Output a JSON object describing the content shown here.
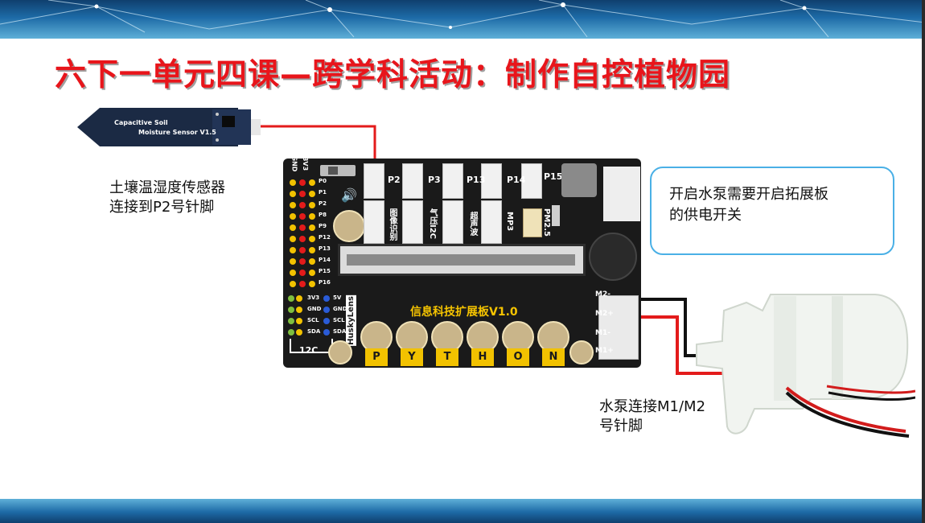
{
  "slide": {
    "title": "六下一单元四课—跨学科活动：制作自控植物园",
    "sensor_note_line1": "土壤温湿度传感器",
    "sensor_note_line2": "连接到P2号针脚",
    "callout_line1": "开启水泵需要开启拓展板",
    "callout_line2": "的供电开关",
    "pump_note_line1": "水泵连接M1/M2",
    "pump_note_line2": "号针脚"
  },
  "sensor": {
    "text_line1": "Capacitive Soil",
    "text_line2": "Moisture Sensor V1.5"
  },
  "board": {
    "name": "信息科技扩展板V1.0",
    "ports": [
      "P2",
      "P3",
      "P13",
      "P14",
      "P15"
    ],
    "port_labels": [
      "图像识别",
      "气压I2C",
      "超声波",
      "MP3",
      "PM2.5"
    ],
    "left_pins": [
      "P0",
      "P1",
      "P2",
      "P8",
      "P9",
      "P12",
      "P13",
      "P14",
      "P15",
      "P16"
    ],
    "power_pins": [
      "GND",
      "3V3"
    ],
    "i2c_pins": [
      "3V3",
      "GND",
      "SCL",
      "SDA"
    ],
    "lens_pins": [
      "5V",
      "GND",
      "SCL",
      "SDA"
    ],
    "lens_label": "HuskyLens",
    "i2c_label": "12C",
    "python_letters": [
      "P",
      "Y",
      "T",
      "H",
      "O",
      "N"
    ],
    "motor_labels": [
      "M2-",
      "M2+",
      "M1-",
      "M1+"
    ]
  },
  "colors": {
    "title": "#e8151b",
    "wire_red": "#e31b1b",
    "wire_black": "#111111",
    "callout_border": "#4ab0e6",
    "board_gold": "#f2c200"
  }
}
